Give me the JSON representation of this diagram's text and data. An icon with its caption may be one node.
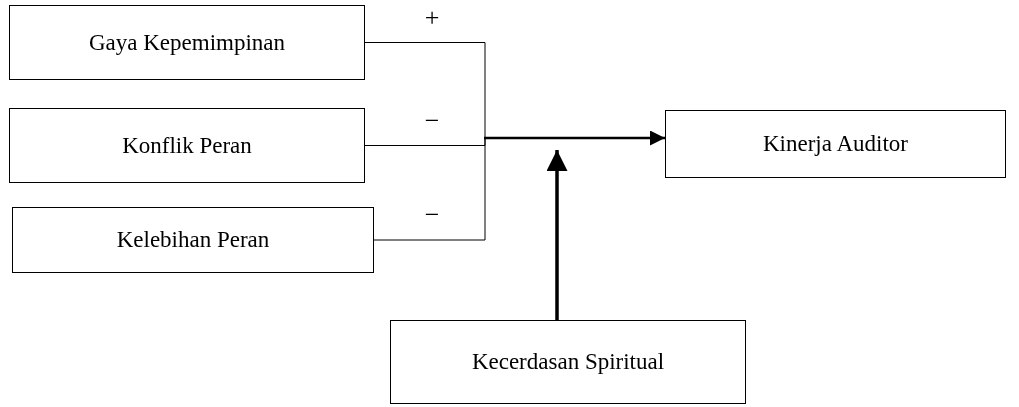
{
  "diagram": {
    "nodes": [
      {
        "text": [
          "Gaya Kepemimpinan"
        ]
      },
      {
        "text": [
          "Konflik Peran"
        ]
      },
      {
        "text": [
          "Kelebihan Peran"
        ]
      },
      {
        "text": [
          "Kinerja Auditor"
        ]
      },
      {
        "text": [
          "Kecerdasan Spiritual"
        ]
      }
    ],
    "edges": [
      {
        "from": 0,
        "to": 3,
        "arrow": "to",
        "label": "+"
      },
      {
        "from": 1,
        "to": 3,
        "arrow": "to",
        "label": "−"
      },
      {
        "from": 2,
        "to": 3,
        "arrow": "to",
        "label": "−"
      },
      {
        "from": 4,
        "to": null,
        "arrow": "to",
        "style": "thick"
      }
    ]
  }
}
